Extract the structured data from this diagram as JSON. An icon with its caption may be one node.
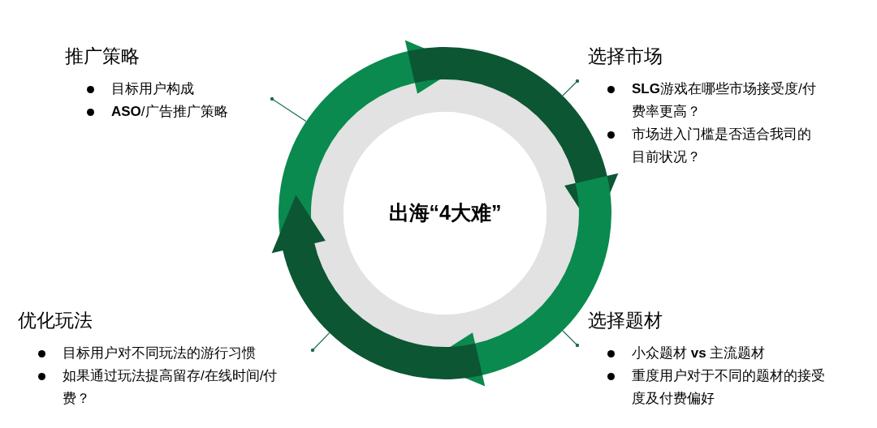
{
  "diagram": {
    "nodes": [
      {
        "text": [],
        "shape": "ring"
      },
      {
        "text": [
          "出海“4大难”"
        ],
        "in": 0
      },
      {
        "text": [
          "推广策略",
          "目标用户构成",
          "**ASO**/广告推广策略"
        ]
      },
      {
        "text": [
          "选择市场",
          "**SLG**游戏在哪些市场接受度/付费率更高？",
          "市场进入门槛是否适合我司的目前状况？"
        ]
      },
      {
        "text": [
          "选择题材",
          "小众题材 **vs** 主流题材",
          "重度用户对于不同的题材的接受度及付费偏好"
        ]
      },
      {
        "text": [
          "优化玩法",
          "目标用户对不同玩法的游行习惯",
          "如果通过玩法提高留存/在线时间/付费？"
        ]
      }
    ],
    "edges": [
      {
        "from": 2,
        "to": 0,
        "arrow": "other"
      },
      {
        "from": 3,
        "to": 0,
        "arrow": "other"
      },
      {
        "from": 4,
        "to": 0,
        "arrow": "other"
      },
      {
        "from": 5,
        "to": 0,
        "arrow": "other"
      }
    ]
  }
}
